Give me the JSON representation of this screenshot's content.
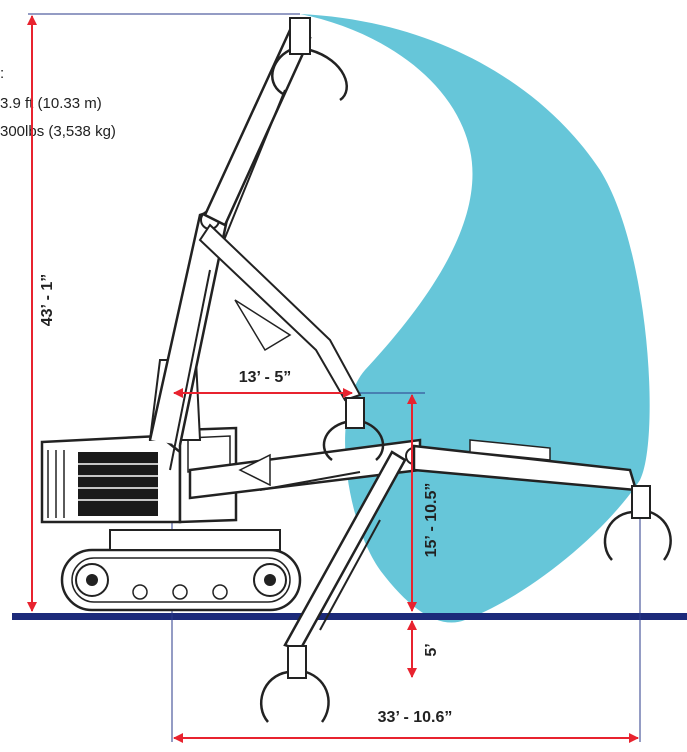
{
  "colors": {
    "reach_envelope": "#66c6d9",
    "dimension_line": "#e8232f",
    "ground_line": "#1c2a7a",
    "guide_line": "#2a3a8a",
    "machine_line": "#222222"
  },
  "specs": {
    "heading": ":",
    "reach": "3.9 ft (10.33 m)",
    "weight": "300lbs (3,538 kg)"
  },
  "dimensions": {
    "max_height": "43’ - 1”",
    "inner_reach": "13’ - 5”",
    "height_at_reach": "15’ - 10.5”",
    "below_ground": "5’",
    "max_reach": "33’ - 10.6”"
  }
}
